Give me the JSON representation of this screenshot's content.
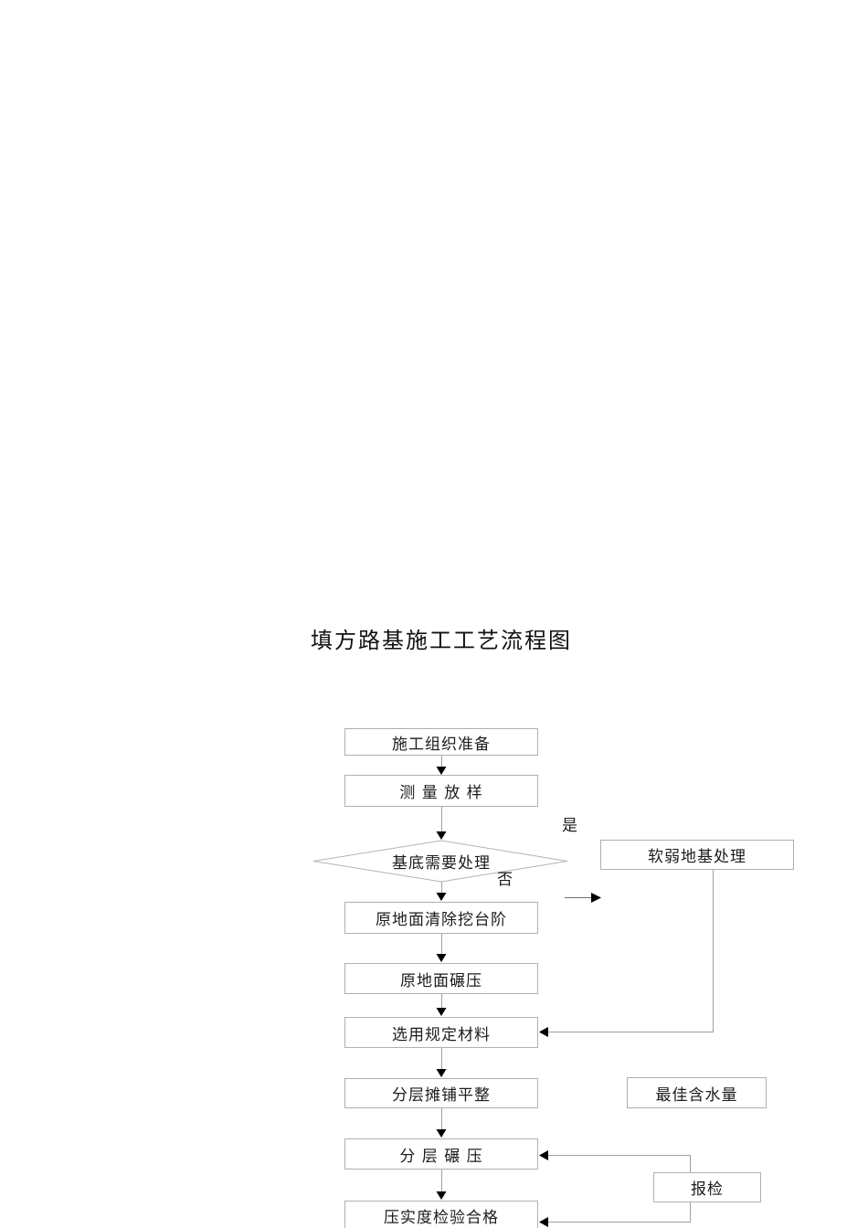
{
  "title": "填方路基施工工艺流程图",
  "decision": {
    "label": "基底需要处理",
    "yes_label": "是",
    "no_label": "否"
  },
  "main_boxes": [
    {
      "label": "施工组织准备"
    },
    {
      "label": "测 量 放 样"
    },
    {
      "label": "原地面清除挖台阶"
    },
    {
      "label": "原地面碾压"
    },
    {
      "label": "选用规定材料"
    },
    {
      "label": "分层摊铺平整"
    },
    {
      "label": "分  层  碾  压"
    },
    {
      "label": "压实度检验合格"
    }
  ],
  "side_boxes": [
    {
      "label": "软弱地基处理"
    },
    {
      "label": "最佳含水量"
    },
    {
      "label": "报检"
    }
  ],
  "colors": {
    "background": "#ffffff",
    "box_border": "#b0b0b0",
    "connector_line": "#a0a0a0",
    "arrowhead": "#000000",
    "text": "#1c1c1c"
  }
}
